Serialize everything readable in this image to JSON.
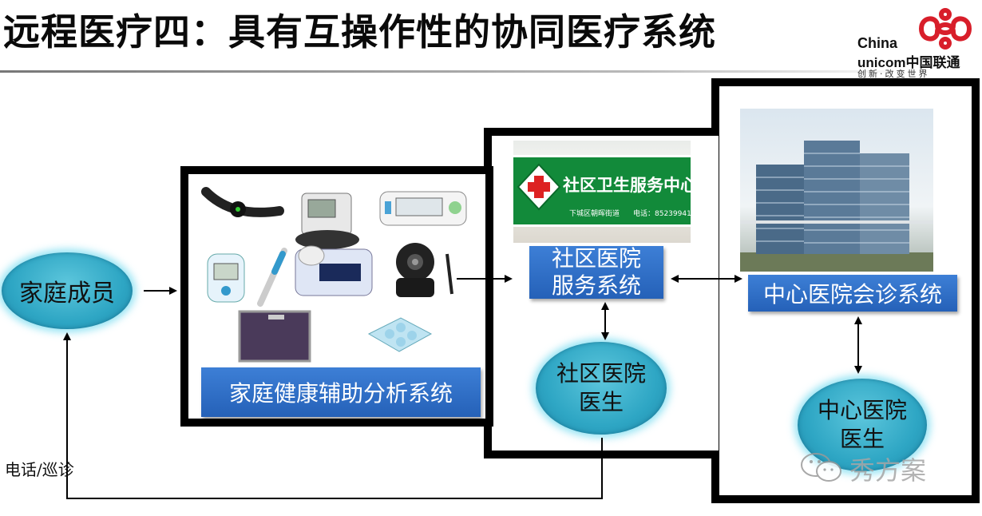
{
  "slide": {
    "title": "远程医疗四：具有互操作性的协同医疗系统"
  },
  "logo": {
    "line1": "China",
    "line2": "unicom中国联通",
    "slogan": "创新·改变世界"
  },
  "nodes": {
    "family": "家庭成员",
    "home_system": "家庭健康辅助分析系统",
    "community_service_line1": "社区医院",
    "community_service_line2": "服务系统",
    "community_doctor_line1": "社区医院",
    "community_doctor_line2": "医生",
    "central_system": "中心医院会诊系统",
    "central_doctor_line1": "中心医院",
    "central_doctor_line2": "医生"
  },
  "photos": {
    "community_sign": "社区卫生服务中心",
    "community_sign_sub": "下城区朝晖街道",
    "community_sign_phone": "电话：85239941"
  },
  "edge_label": "电话/巡诊",
  "watermark": "秀方案"
}
